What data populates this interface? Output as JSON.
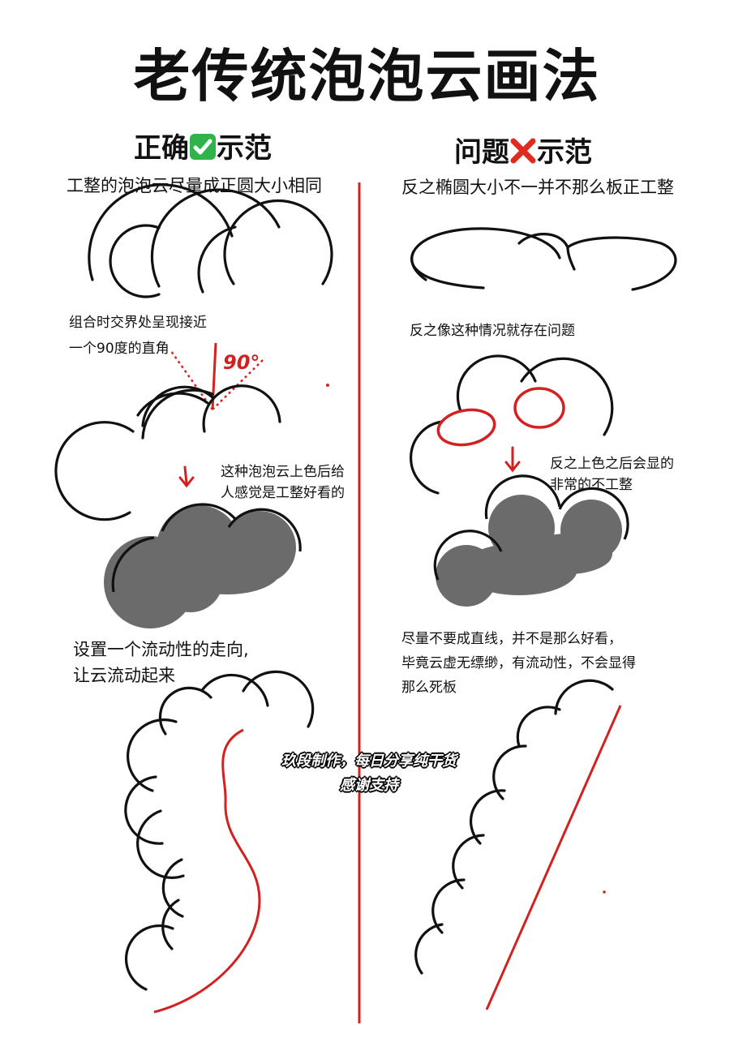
{
  "title": "老传统泡泡云画法",
  "left": {
    "header": "正确",
    "header_suffix": "示范",
    "header_icon": "check-mark-icon",
    "note_1": "工整的泡泡云尽量成正圆大小相同",
    "note_2_line1": "组合时交界处呈现接近",
    "note_2_line2": "一个90度的直角",
    "angle_label": "90°",
    "note_3_line1": "这种泡泡云上色后给",
    "note_3_line2": "人感觉是工整好看的",
    "note_4_line1": "设置一个流动性的走向,",
    "note_4_line2": "让云流动起来"
  },
  "right": {
    "header": "问题",
    "header_suffix": "示范",
    "header_icon": "cross-mark-icon",
    "note_1": "反之椭圆大小不一并不那么板正工整",
    "note_2": "反之像这种情况就存在问题",
    "note_3_line1": "反之上色之后会显的",
    "note_3_line2": "非常的不工整",
    "note_4_line1": "尽量不要成直线，并不是那么好看，",
    "note_4_line2": "毕竟云虚无缥缈，有流动性，不会显得",
    "note_4_line3": "那么死板"
  },
  "watermark": {
    "line1": "玖段制作，每日分享纯干货",
    "line2": "感谢支持"
  },
  "colors": {
    "ink": "#111111",
    "accent_red": "#d42020",
    "cloud_fill": "#6b6b6b",
    "check_green": "#2fb34a",
    "cross_red": "#e02b20"
  }
}
